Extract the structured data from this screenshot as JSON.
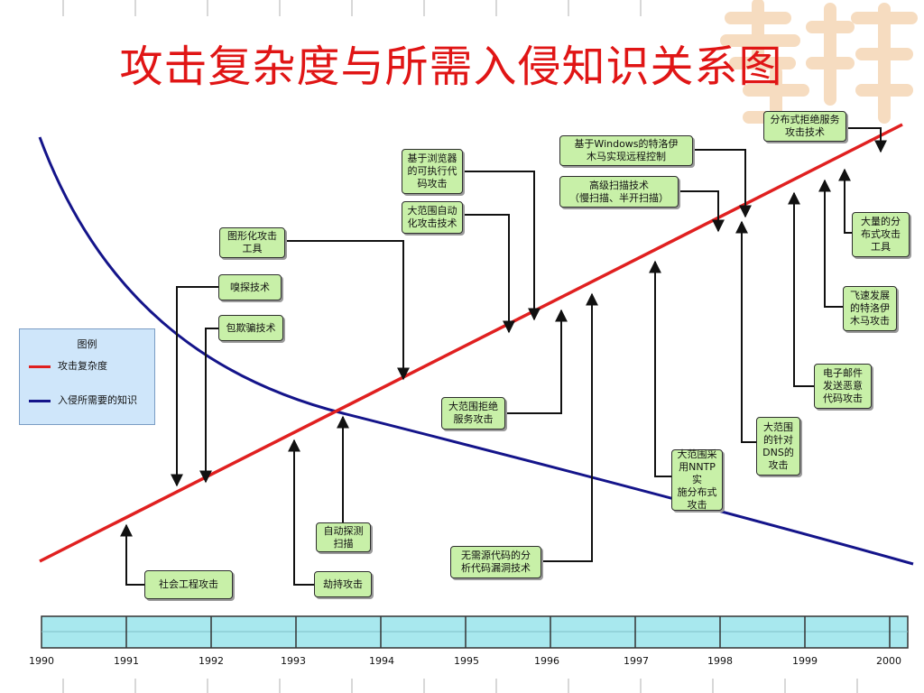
{
  "title": "攻击复杂度与所需入侵知识关系图",
  "legend": {
    "title": "图例",
    "items": [
      {
        "label": "攻击复杂度",
        "color": "#e02020"
      },
      {
        "label": "入侵所需要的知识",
        "color": "#14148a"
      }
    ]
  },
  "timeline": {
    "years": [
      "1990",
      "1991",
      "1992",
      "1993",
      "1994",
      "1995",
      "1996",
      "1997",
      "1998",
      "1999",
      "2000"
    ]
  },
  "events": [
    {
      "id": "ev-social-engineering",
      "label": "社会工程攻击"
    },
    {
      "id": "ev-sniffing",
      "label": "嗅探技术"
    },
    {
      "id": "ev-packet-spoofing",
      "label": "包欺骗技术"
    },
    {
      "id": "ev-gui-attack-tools",
      "label": "图形化攻击\n工具"
    },
    {
      "id": "ev-hijacking",
      "label": "劫持攻击"
    },
    {
      "id": "ev-auto-probing",
      "label": "自动探测\n扫描"
    },
    {
      "id": "ev-browser-exec-code",
      "label": "基于浏览器\n的可执行代\n码攻击"
    },
    {
      "id": "ev-wide-auto-attack",
      "label": "大范围自动\n化攻击技术"
    },
    {
      "id": "ev-wide-dos",
      "label": "大范围拒绝\n服务攻击"
    },
    {
      "id": "ev-no-source-analysis",
      "label": "无需源代码的分\n析代码漏洞技术"
    },
    {
      "id": "ev-windows-trojan",
      "label": "基于Windows的特洛伊\n木马实现远程控制"
    },
    {
      "id": "ev-advanced-scan",
      "label": "高级扫描技术\n（慢扫描、半开扫描）"
    },
    {
      "id": "ev-nntp-distributed",
      "label": "大范围采\n用NNTP实\n施分布式\n攻击"
    },
    {
      "id": "ev-dns-attack",
      "label": "大范围\n的针对\nDNS的\n攻击"
    },
    {
      "id": "ev-email-malware",
      "label": "电子邮件\n发送恶意\n代码攻击"
    },
    {
      "id": "ev-fast-trojan",
      "label": "飞速发展\n的特洛伊\n木马攻击"
    },
    {
      "id": "ev-distributed-tools",
      "label": "大量的分\n布式攻击\n工具"
    },
    {
      "id": "ev-ddos-tech",
      "label": "分布式拒绝服务\n攻击技术"
    }
  ],
  "colors": {
    "complexity_line": "#e02020",
    "knowledge_line": "#14148a",
    "box_fill": "#c8f0a8",
    "timeline_fill": "#a8e8ee",
    "title": "#e01515"
  }
}
